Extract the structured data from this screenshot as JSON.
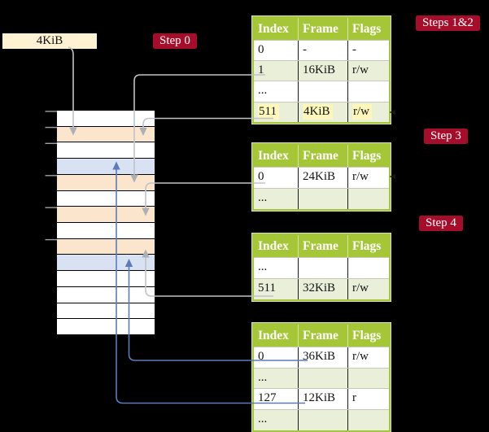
{
  "colors": {
    "bg": "#000000",
    "header_green": "#a5c637",
    "row_shaded": "#e9efd9",
    "row_white": "#ffffff",
    "frame_used": "#fce5cd",
    "frame_target": "#d9e2f3",
    "highlight": "#fdf7ba",
    "box_cream": "#fdf3d3",
    "badge": "#a60d2b",
    "badge_text": "#ffffff",
    "header_text": "#ffffff",
    "cell_text": "#141414",
    "arrow_gray": "#c0c3c6",
    "arrow_gray_head": "#aab0b6",
    "arrow_blue": "#5b7cb8",
    "tick": "#a0a0a0",
    "row_sep": "#c6cbb8",
    "col_sep": "#1b1b1b",
    "outer_stroke": "#d9dec8",
    "dash": "#17170e"
  },
  "free_frame_label": "4KiB",
  "badges": {
    "step0": "Step 0",
    "steps12": "Steps 1&2",
    "step3": "Step 3",
    "step4": "Step 4"
  },
  "memory_column": {
    "rows": [
      "white",
      "orange",
      "white",
      "blue",
      "orange",
      "white",
      "orange",
      "white",
      "orange",
      "blue",
      "white",
      "white",
      "white",
      "white"
    ],
    "tick_boundaries_y": [
      136,
      156,
      176,
      216,
      256,
      296
    ]
  },
  "tables": [
    {
      "headers": [
        "Index",
        "Frame",
        "Flags"
      ],
      "rows": [
        {
          "cells": [
            "0",
            "-",
            "-"
          ]
        },
        {
          "cells": [
            "1",
            "16KiB",
            "r/w"
          ]
        },
        {
          "cells": [
            "...",
            "",
            ""
          ]
        },
        {
          "cells": [
            "511",
            "4KiB",
            "r/w"
          ],
          "highlighted": true
        }
      ]
    },
    {
      "headers": [
        "Index",
        "Frame",
        "Flags"
      ],
      "rows": [
        {
          "cells": [
            "0",
            "24KiB",
            "r/w"
          ]
        },
        {
          "cells": [
            "...",
            "",
            ""
          ]
        }
      ]
    },
    {
      "headers": [
        "Index",
        "Frame",
        "Flags"
      ],
      "rows": [
        {
          "cells": [
            "...",
            "",
            ""
          ]
        },
        {
          "cells": [
            "511",
            "32KiB",
            "r/w"
          ]
        }
      ]
    },
    {
      "headers": [
        "Index",
        "Frame",
        "Flags"
      ],
      "rows": [
        {
          "cells": [
            "0",
            "36KiB",
            "r/w"
          ]
        },
        {
          "cells": [
            "...",
            "",
            ""
          ]
        },
        {
          "cells": [
            "127",
            "12KiB",
            "r"
          ]
        },
        {
          "cells": [
            "...",
            "",
            ""
          ]
        }
      ]
    }
  ],
  "arrows": [
    {
      "name": "free-frame-pointer",
      "from": "4KiB label",
      "to": "frame 4KiB",
      "color": "gray"
    },
    {
      "name": "entry-1-16KiB",
      "from": "table1 index 1",
      "to": "frame 16KiB",
      "color": "gray"
    },
    {
      "name": "entry-511-4KiB",
      "from": "table1 index 511",
      "to": "frame 4KiB",
      "color": "gray"
    },
    {
      "name": "entry-0-24KiB",
      "from": "table2 index 0",
      "to": "frame 24KiB",
      "color": "gray"
    },
    {
      "name": "entry-511-32KiB",
      "from": "table3 index 511",
      "to": "frame 32KiB",
      "color": "gray"
    },
    {
      "name": "entry-0-36KiB",
      "from": "table4 index 0",
      "to": "frame 36KiB",
      "color": "blue"
    },
    {
      "name": "entry-127-12KiB",
      "from": "table4 index 127",
      "to": "frame 12KiB",
      "color": "blue"
    }
  ]
}
